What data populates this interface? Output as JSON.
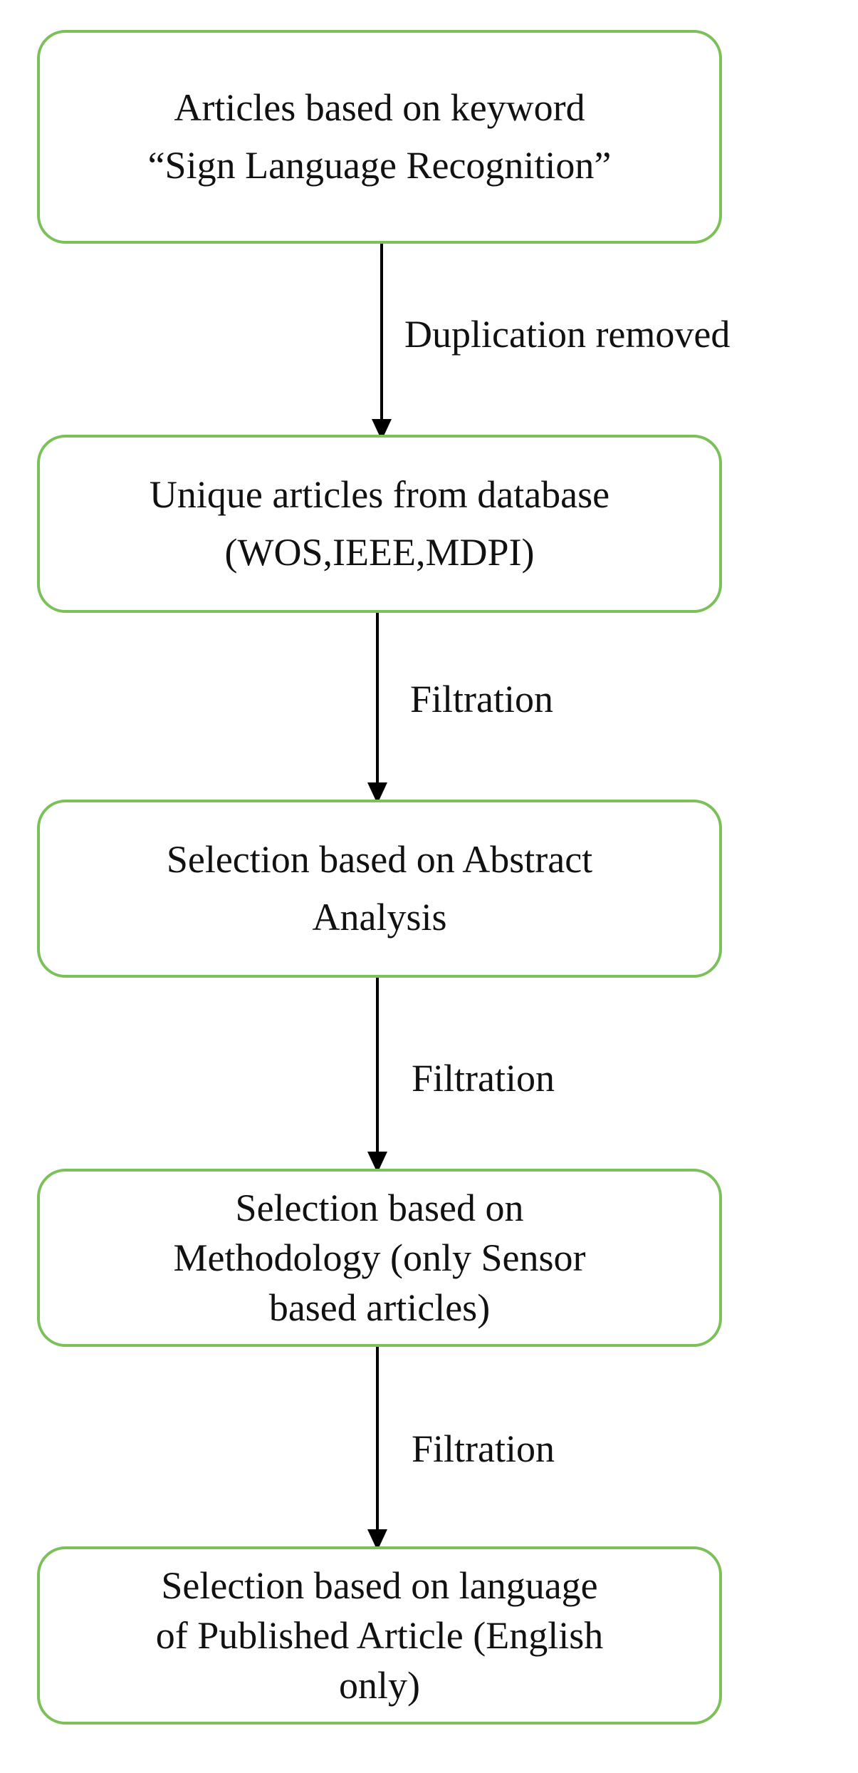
{
  "boxes": [
    {
      "lines": [
        "Articles based on keyword",
        "“Sign Language Recognition”"
      ]
    },
    {
      "lines": [
        "Unique articles from database",
        "(WOS,IEEE,MDPI)"
      ]
    },
    {
      "lines": [
        "Selection based on Abstract",
        "Analysis"
      ]
    },
    {
      "lines": [
        "Selection based on",
        "Methodology (only Sensor",
        "based articles)"
      ]
    },
    {
      "lines": [
        "Selection based on language",
        "of Published Article (English",
        "only)"
      ]
    }
  ],
  "edges": [
    {
      "label": "Duplication removed"
    },
    {
      "label": "Filtration"
    },
    {
      "label": "Filtration"
    },
    {
      "label": "Filtration"
    }
  ],
  "colors": {
    "box_border": "#7cc05a",
    "arrow": "#000000",
    "text": "#111111"
  }
}
